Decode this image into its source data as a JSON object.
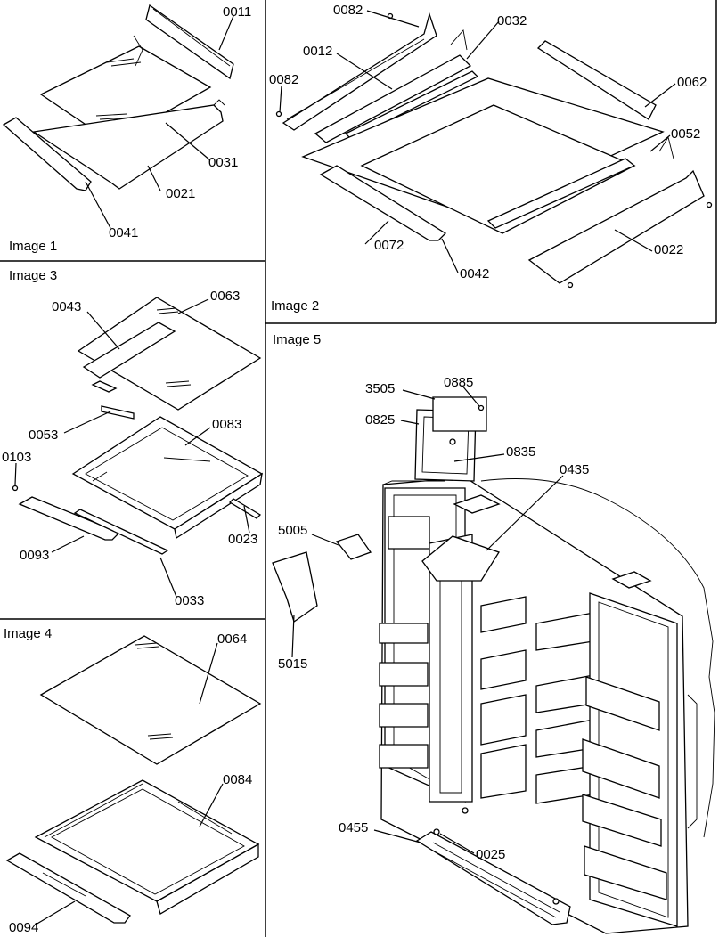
{
  "panels": {
    "image1": {
      "title": "Image 1",
      "labels": {
        "p0011": "0011",
        "p0031": "0031",
        "p0021": "0021",
        "p0041": "0041"
      }
    },
    "image2": {
      "title": "Image 2",
      "labels": {
        "p0082a": "0082",
        "p0032": "0032",
        "p0012": "0012",
        "p0082b": "0082",
        "p0062": "0062",
        "p0052": "0052",
        "p0072": "0072",
        "p0042": "0042",
        "p0022": "0022"
      }
    },
    "image3": {
      "title": "Image 3",
      "labels": {
        "p0043": "0043",
        "p0063": "0063",
        "p0053": "0053",
        "p0083": "0083",
        "p0103": "0103",
        "p0023": "0023",
        "p0093": "0093",
        "p0033": "0033"
      }
    },
    "image4": {
      "title": "Image 4",
      "labels": {
        "p0064": "0064",
        "p0084": "0084",
        "p0094": "0094"
      }
    },
    "image5": {
      "title": "Image 5",
      "labels": {
        "p3505": "3505",
        "p0885": "0885",
        "p0825": "0825",
        "p0835": "0835",
        "p0435": "0435",
        "p5005": "5005",
        "p5015": "5015",
        "p0455": "0455",
        "p0025": "0025"
      }
    }
  }
}
